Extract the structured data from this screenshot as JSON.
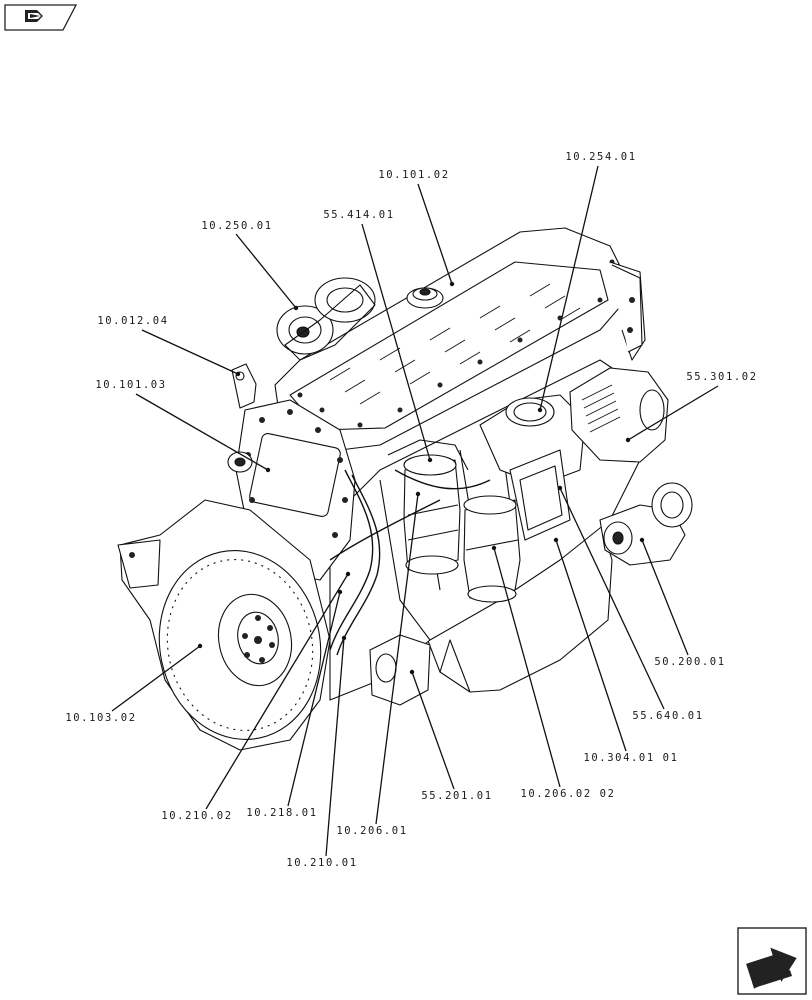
{
  "navigation": {
    "back_icon": "arrow-left-icon",
    "next_icon": "arrow-right-icon"
  },
  "callouts": [
    {
      "id": "10.101.02",
      "label": "10.101.02"
    },
    {
      "id": "10.254.01",
      "label": "10.254.01"
    },
    {
      "id": "10.250.01",
      "label": "10.250.01"
    },
    {
      "id": "55.414.01",
      "label": "55.414.01"
    },
    {
      "id": "10.012.04",
      "label": "10.012.04"
    },
    {
      "id": "10.101.03",
      "label": "10.101.03"
    },
    {
      "id": "55.301.02",
      "label": "55.301.02"
    },
    {
      "id": "50.200.01",
      "label": "50.200.01"
    },
    {
      "id": "55.640.01",
      "label": "55.640.01"
    },
    {
      "id": "10.304.01-01",
      "label": "10.304.01 01"
    },
    {
      "id": "10.206.02-02",
      "label": "10.206.02 02"
    },
    {
      "id": "55.201.01",
      "label": "55.201.01"
    },
    {
      "id": "10.206.01",
      "label": "10.206.01"
    },
    {
      "id": "10.218.01",
      "label": "10.218.01"
    },
    {
      "id": "10.210.02",
      "label": "10.210.02"
    },
    {
      "id": "10.210.01",
      "label": "10.210.01"
    },
    {
      "id": "10.103.02",
      "label": "10.103.02"
    }
  ]
}
